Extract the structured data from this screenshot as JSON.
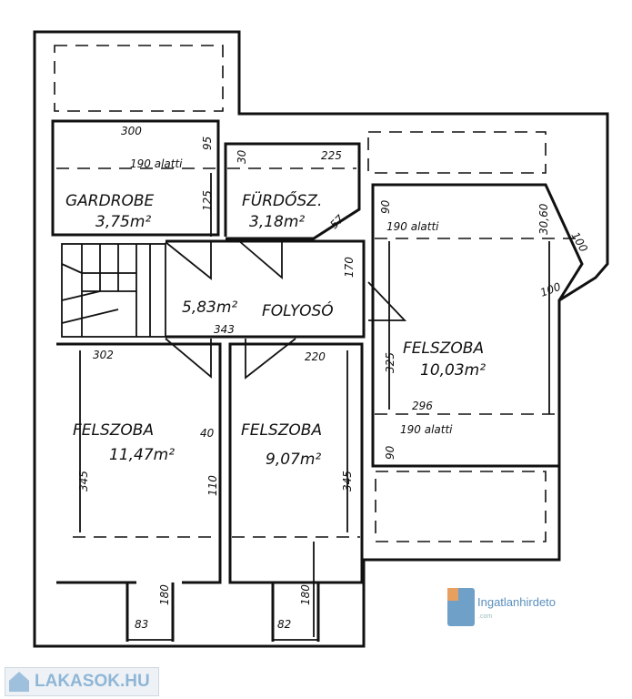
{
  "rooms": {
    "gardrobe": {
      "name": "GARDROBE",
      "area": "3,75m²"
    },
    "furdo": {
      "name": "FÜRDŐSZ.",
      "area": "3,18m²"
    },
    "folyoso": {
      "name": "FOLYOSÓ",
      "area": "5,83m²"
    },
    "felszoba_left": {
      "name": "FELSZOBA",
      "area": "11,47m²"
    },
    "felszoba_mid": {
      "name": "FELSZOBA",
      "area": "9,07m²"
    },
    "felszoba_right": {
      "name": "FELSZOBA",
      "area": "10,03m²"
    }
  },
  "dims": {
    "d300": "300",
    "d95": "95",
    "alatti1": "190 alatti",
    "d125": "125",
    "d30": "30",
    "d225": "225",
    "d57": "57",
    "d170": "170",
    "d343": "343",
    "d302": "302",
    "d220": "220",
    "d40": "40",
    "d110": "110",
    "d345a": "345",
    "d345b": "345",
    "d180a": "180",
    "d180b": "180",
    "d83": "83",
    "d82": "82",
    "d90a": "90",
    "d3060": "30,60",
    "d100a": "100",
    "d100b": "100",
    "alatti2": "190 alatti",
    "d325": "325",
    "d296": "296",
    "alatti3": "190 alatti",
    "d90b": "90"
  },
  "logos": {
    "ingatlan": "Ingatlanhirdeto",
    "ingatlan_sub": ".com",
    "lakasok": "LAKASOK.HU"
  }
}
